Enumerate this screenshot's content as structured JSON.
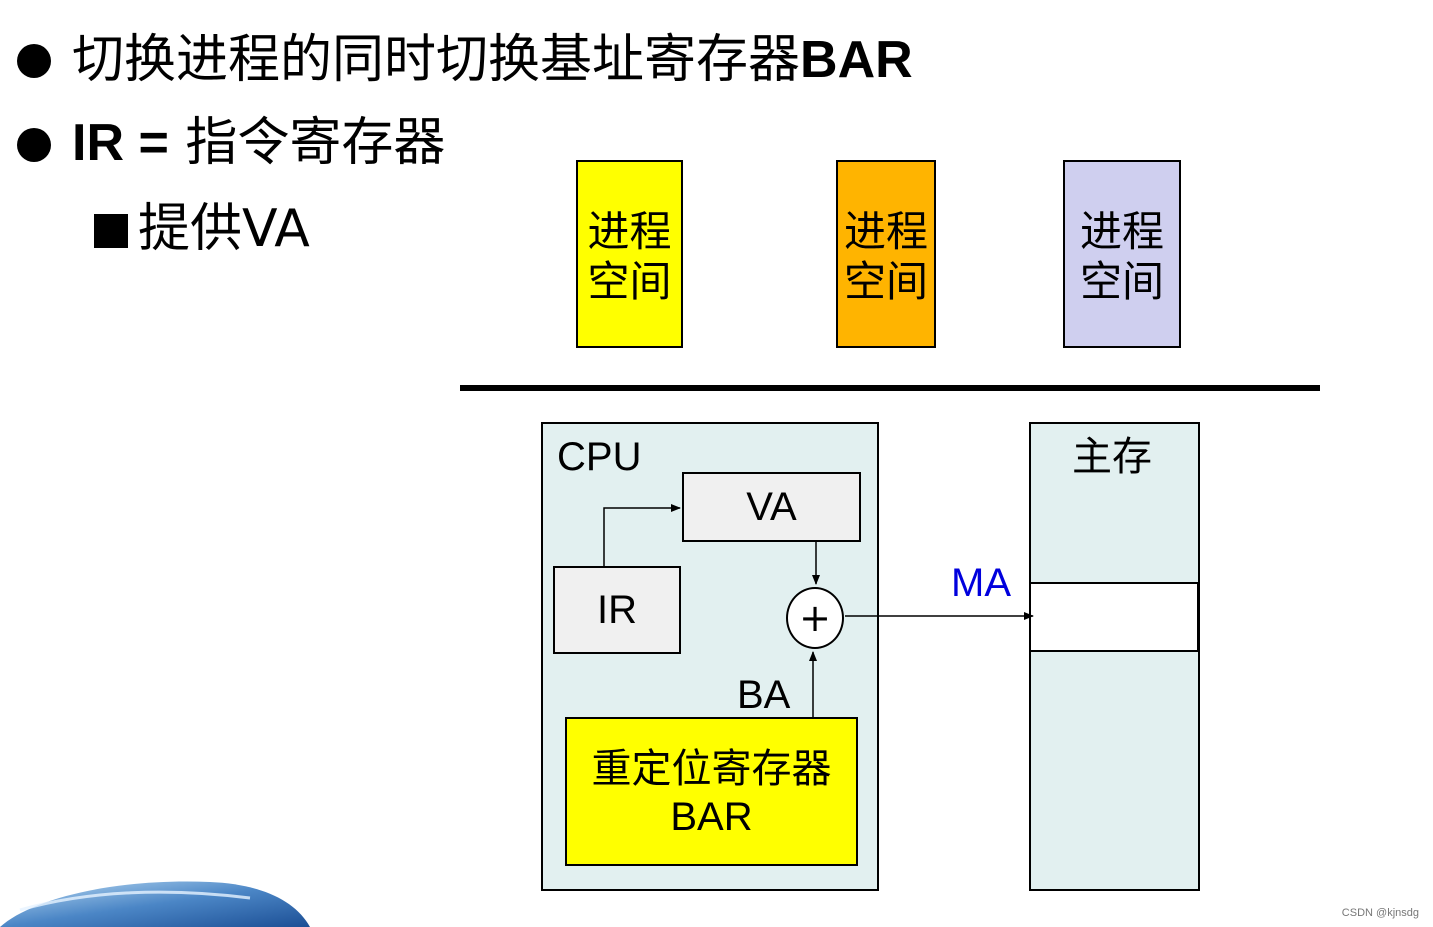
{
  "bullets": [
    {
      "text": "切换进程的同时切换基址寄存器",
      "bold_suffix": "BAR"
    },
    {
      "bold_prefix": "IR =",
      "text": " 指令寄存器"
    }
  ],
  "sub_bullet": "提供VA",
  "process_spaces": [
    {
      "label": "进程空间",
      "color": "#ffff00"
    },
    {
      "label": "进程空间",
      "color": "#ffb400"
    },
    {
      "label": "进程空间",
      "color": "#cfcfef"
    }
  ],
  "cpu": {
    "title": "CPU",
    "va_label": "VA",
    "ir_label": "IR",
    "adder_label": "+",
    "ba_label": "BA",
    "bar_line1": "重定位寄存器",
    "bar_line2": "BAR"
  },
  "memory": {
    "title": "主存",
    "ma_label": "MA"
  },
  "colors": {
    "panel_bg": "#e2f0f0",
    "bar_bg": "#ffff00",
    "ma_color": "#0000dd",
    "box_bg": "#f0f0f0"
  },
  "watermark": "CSDN @kjnsdg"
}
